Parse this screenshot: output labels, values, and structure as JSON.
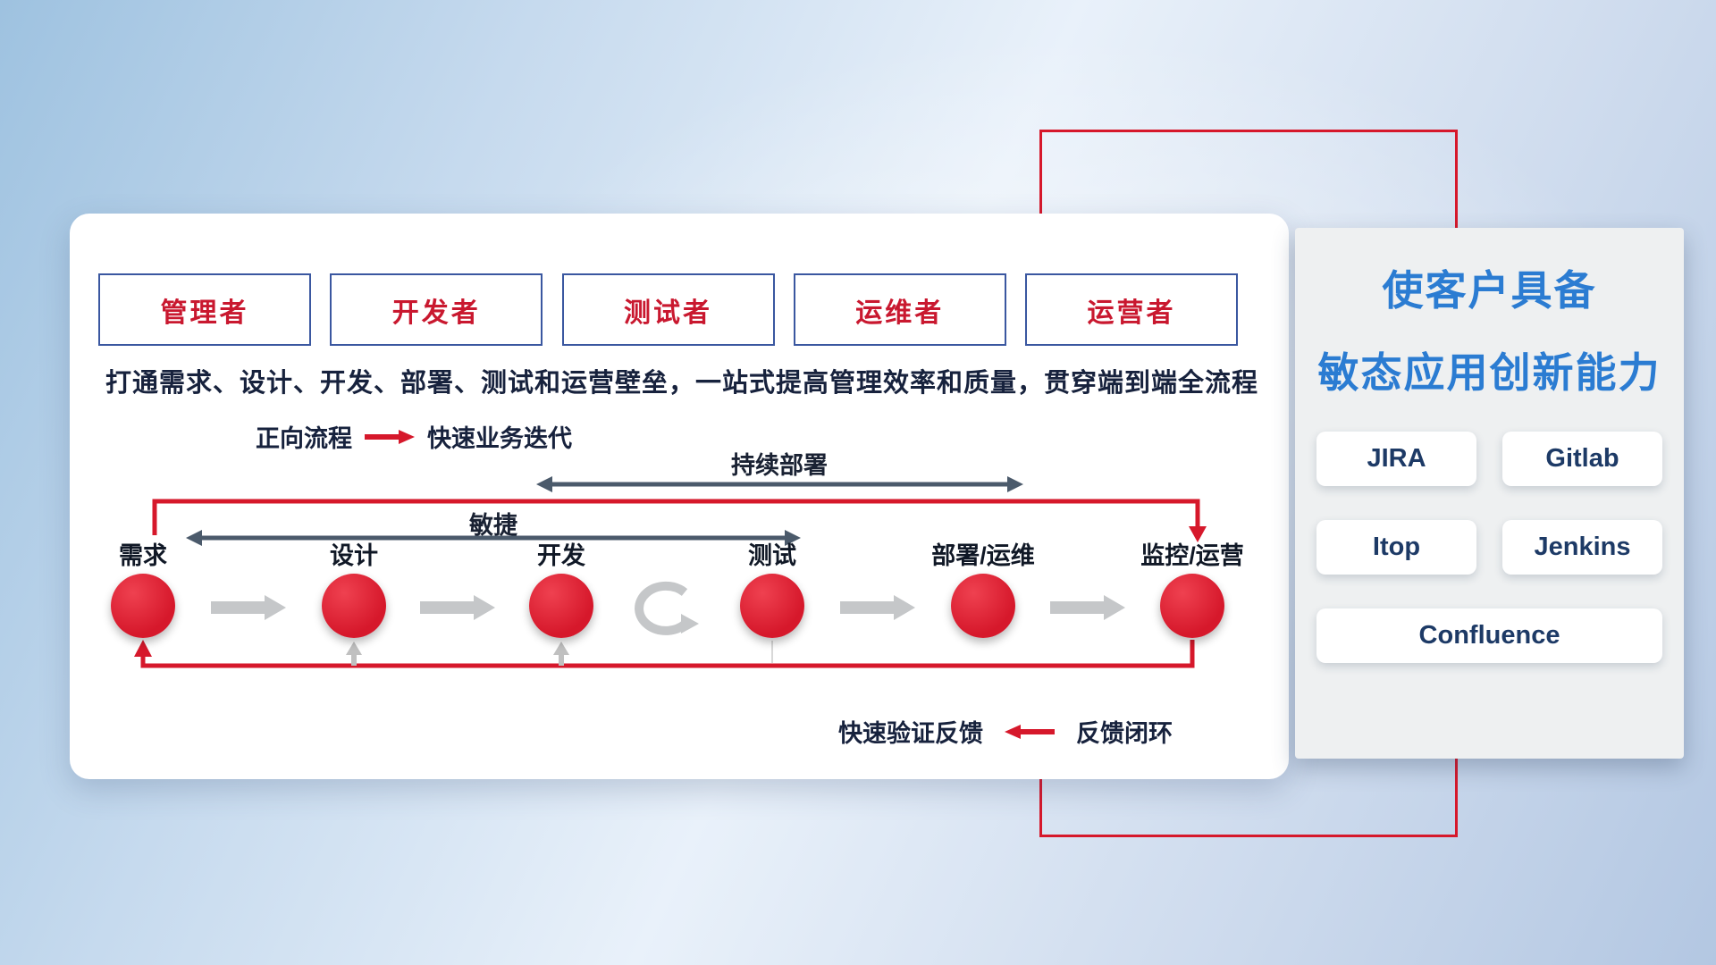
{
  "colors": {
    "accent_red": "#d6182b",
    "title_blue": "#2b7cd2",
    "navy_text": "#17223d",
    "role_text_red": "#c9182f",
    "role_border_blue": "#3a57a0",
    "slate_arrow": "#4b5a6b",
    "gray_arrow": "#c5c7c9"
  },
  "card": {
    "roles": [
      "管理者",
      "开发者",
      "测试者",
      "运维者",
      "运营者"
    ],
    "description": "打通需求、设计、开发、部署、测试和运营壁垒，一站式提高管理效率和质量，贯穿端到端全流程",
    "forward_legend": {
      "name": "正向流程",
      "desc": "快速业务迭代"
    },
    "feedback_legend": {
      "desc": "快速验证反馈",
      "name": "反馈闭环"
    },
    "arrow_labels": {
      "agile": "敏捷",
      "continuous_deploy": "持续部署"
    },
    "stages": [
      "需求",
      "设计",
      "开发",
      "测试",
      "部署/运维",
      "监控/运营"
    ]
  },
  "panel": {
    "title_line1": "使客户具备",
    "title_line2": "敏态应用创新能力",
    "tools": [
      "JIRA",
      "Gitlab",
      "Itop",
      "Jenkins",
      "Confluence"
    ]
  }
}
